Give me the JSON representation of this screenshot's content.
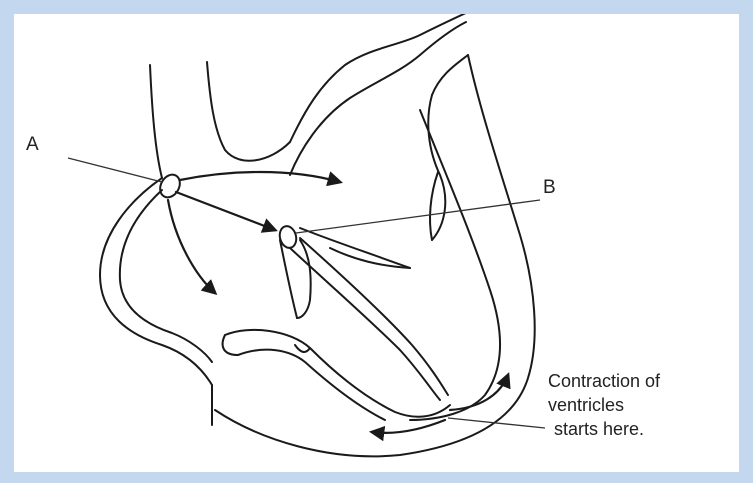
{
  "labels": {
    "a": "A",
    "b": "B"
  },
  "caption": {
    "line1": "Contraction of",
    "line2": "ventricles",
    "line3": "starts here."
  },
  "colors": {
    "frame": "#c3d8ee",
    "stroke": "#1a1a1a",
    "background": "#ffffff"
  }
}
